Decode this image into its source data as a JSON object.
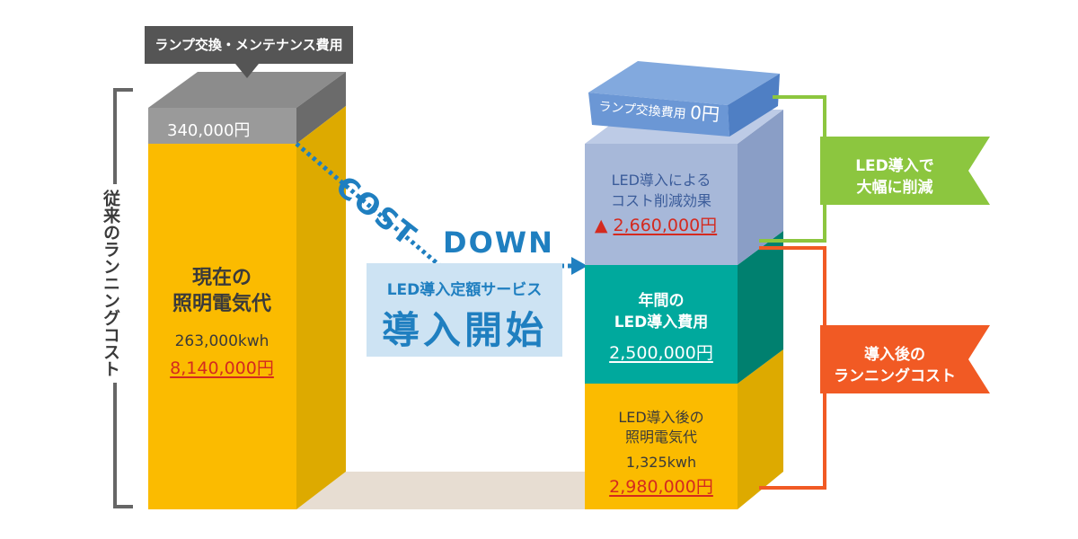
{
  "current": {
    "maintenance_callout": "ランプ交換・メンテナンス費用",
    "maintenance_cost": "340,000円",
    "title_line1": "現在の",
    "title_line2": "照明電気代",
    "kwh": "263,000kwh",
    "cost": "8,140,000円",
    "bracket_label": "従来のランニングコスト"
  },
  "cost_down": {
    "word1": "COST",
    "word2": "DOWN"
  },
  "service_box": {
    "subtitle": "LED導入定額サービス",
    "title": "導入開始"
  },
  "after": {
    "lamp_label": "ランプ交換費用",
    "lamp_value": "0円",
    "savings_line1": "LED導入による",
    "savings_line2": "コスト削減効果",
    "savings_marker": "▲",
    "savings_value": "2,660,000円",
    "fee_line1": "年間の",
    "fee_line2": "LED導入費用",
    "fee_value": "2,500,000円",
    "elec_line1": "LED導入後の",
    "elec_line2": "照明電気代",
    "elec_kwh": "1,325kwh",
    "elec_value": "2,980,000円"
  },
  "flags": {
    "green_line1": "LED導入で",
    "green_line2": "大幅に削減",
    "orange_line1": "導入後の",
    "orange_line2": "ランニングコスト"
  },
  "colors": {
    "yellow": "#fbbb00",
    "yellow_side": "#ddaa00",
    "gray": "#9a9a9a",
    "teal": "#00a99d",
    "teal_side": "#00806f",
    "lavender": "#a7b8d9",
    "lamp_blue": "#6b97d5",
    "green": "#8cc63f",
    "orange": "#f15a24",
    "dotted_blue": "#1f7fc0",
    "service_bg": "#cde3f3"
  }
}
